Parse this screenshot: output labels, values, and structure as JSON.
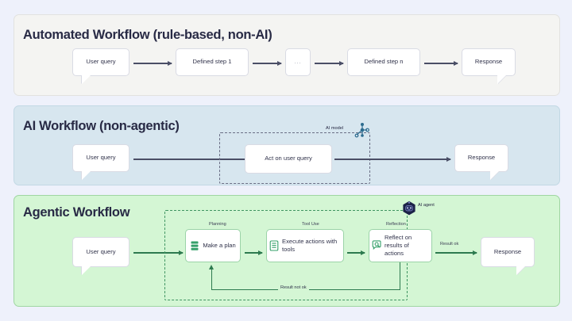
{
  "colors": {
    "page_bg": "#eef1fb",
    "panel1_bg": "#f4f4f2",
    "panel2_bg": "#d7e6ef",
    "panel3_bg": "#d4f6d4",
    "title_text": "#282a45",
    "arrow_dark": "#4a4e66",
    "arrow_green": "#2d7a4f",
    "agent_badge": "#1c2248"
  },
  "panels": [
    {
      "id": "automated-workflow",
      "title": "Automated Workflow (rule-based, non-AI)",
      "nodes": [
        {
          "label": "User query",
          "type": "bubble-left"
        },
        {
          "label": "Defined step 1",
          "type": "box"
        },
        {
          "label": "...",
          "type": "box"
        },
        {
          "label": "Defined step n",
          "type": "box"
        },
        {
          "label": "Response",
          "type": "bubble-right"
        }
      ]
    },
    {
      "id": "ai-workflow",
      "title": "AI Workflow (non-agentic)",
      "nodes": [
        {
          "label": "User query",
          "type": "bubble-left"
        },
        {
          "label": "Act on user query",
          "type": "box"
        },
        {
          "label": "Response",
          "type": "bubble-right"
        }
      ],
      "badge": {
        "label": "AI model",
        "icon": "network-nodes-icon"
      }
    },
    {
      "id": "agentic-workflow",
      "title": "Agentic Workflow",
      "nodes": [
        {
          "label": "User query",
          "type": "bubble-left"
        },
        {
          "label": "Make a plan",
          "type": "box",
          "icon": "list-stack-icon",
          "caption": "Planning"
        },
        {
          "label": "Execute actions with tools",
          "type": "box",
          "icon": "document-lines-icon",
          "caption": "Tool Use"
        },
        {
          "label": "Reflect on results of actions",
          "type": "box",
          "icon": "magnifier-bubble-icon",
          "caption": "Reflection"
        },
        {
          "label": "Response",
          "type": "bubble-right"
        }
      ],
      "badge": {
        "label": "AI agent",
        "icon": "robot-hex-icon"
      },
      "edge_labels": {
        "success": "Result ok",
        "failure": "Result not ok"
      }
    }
  ]
}
